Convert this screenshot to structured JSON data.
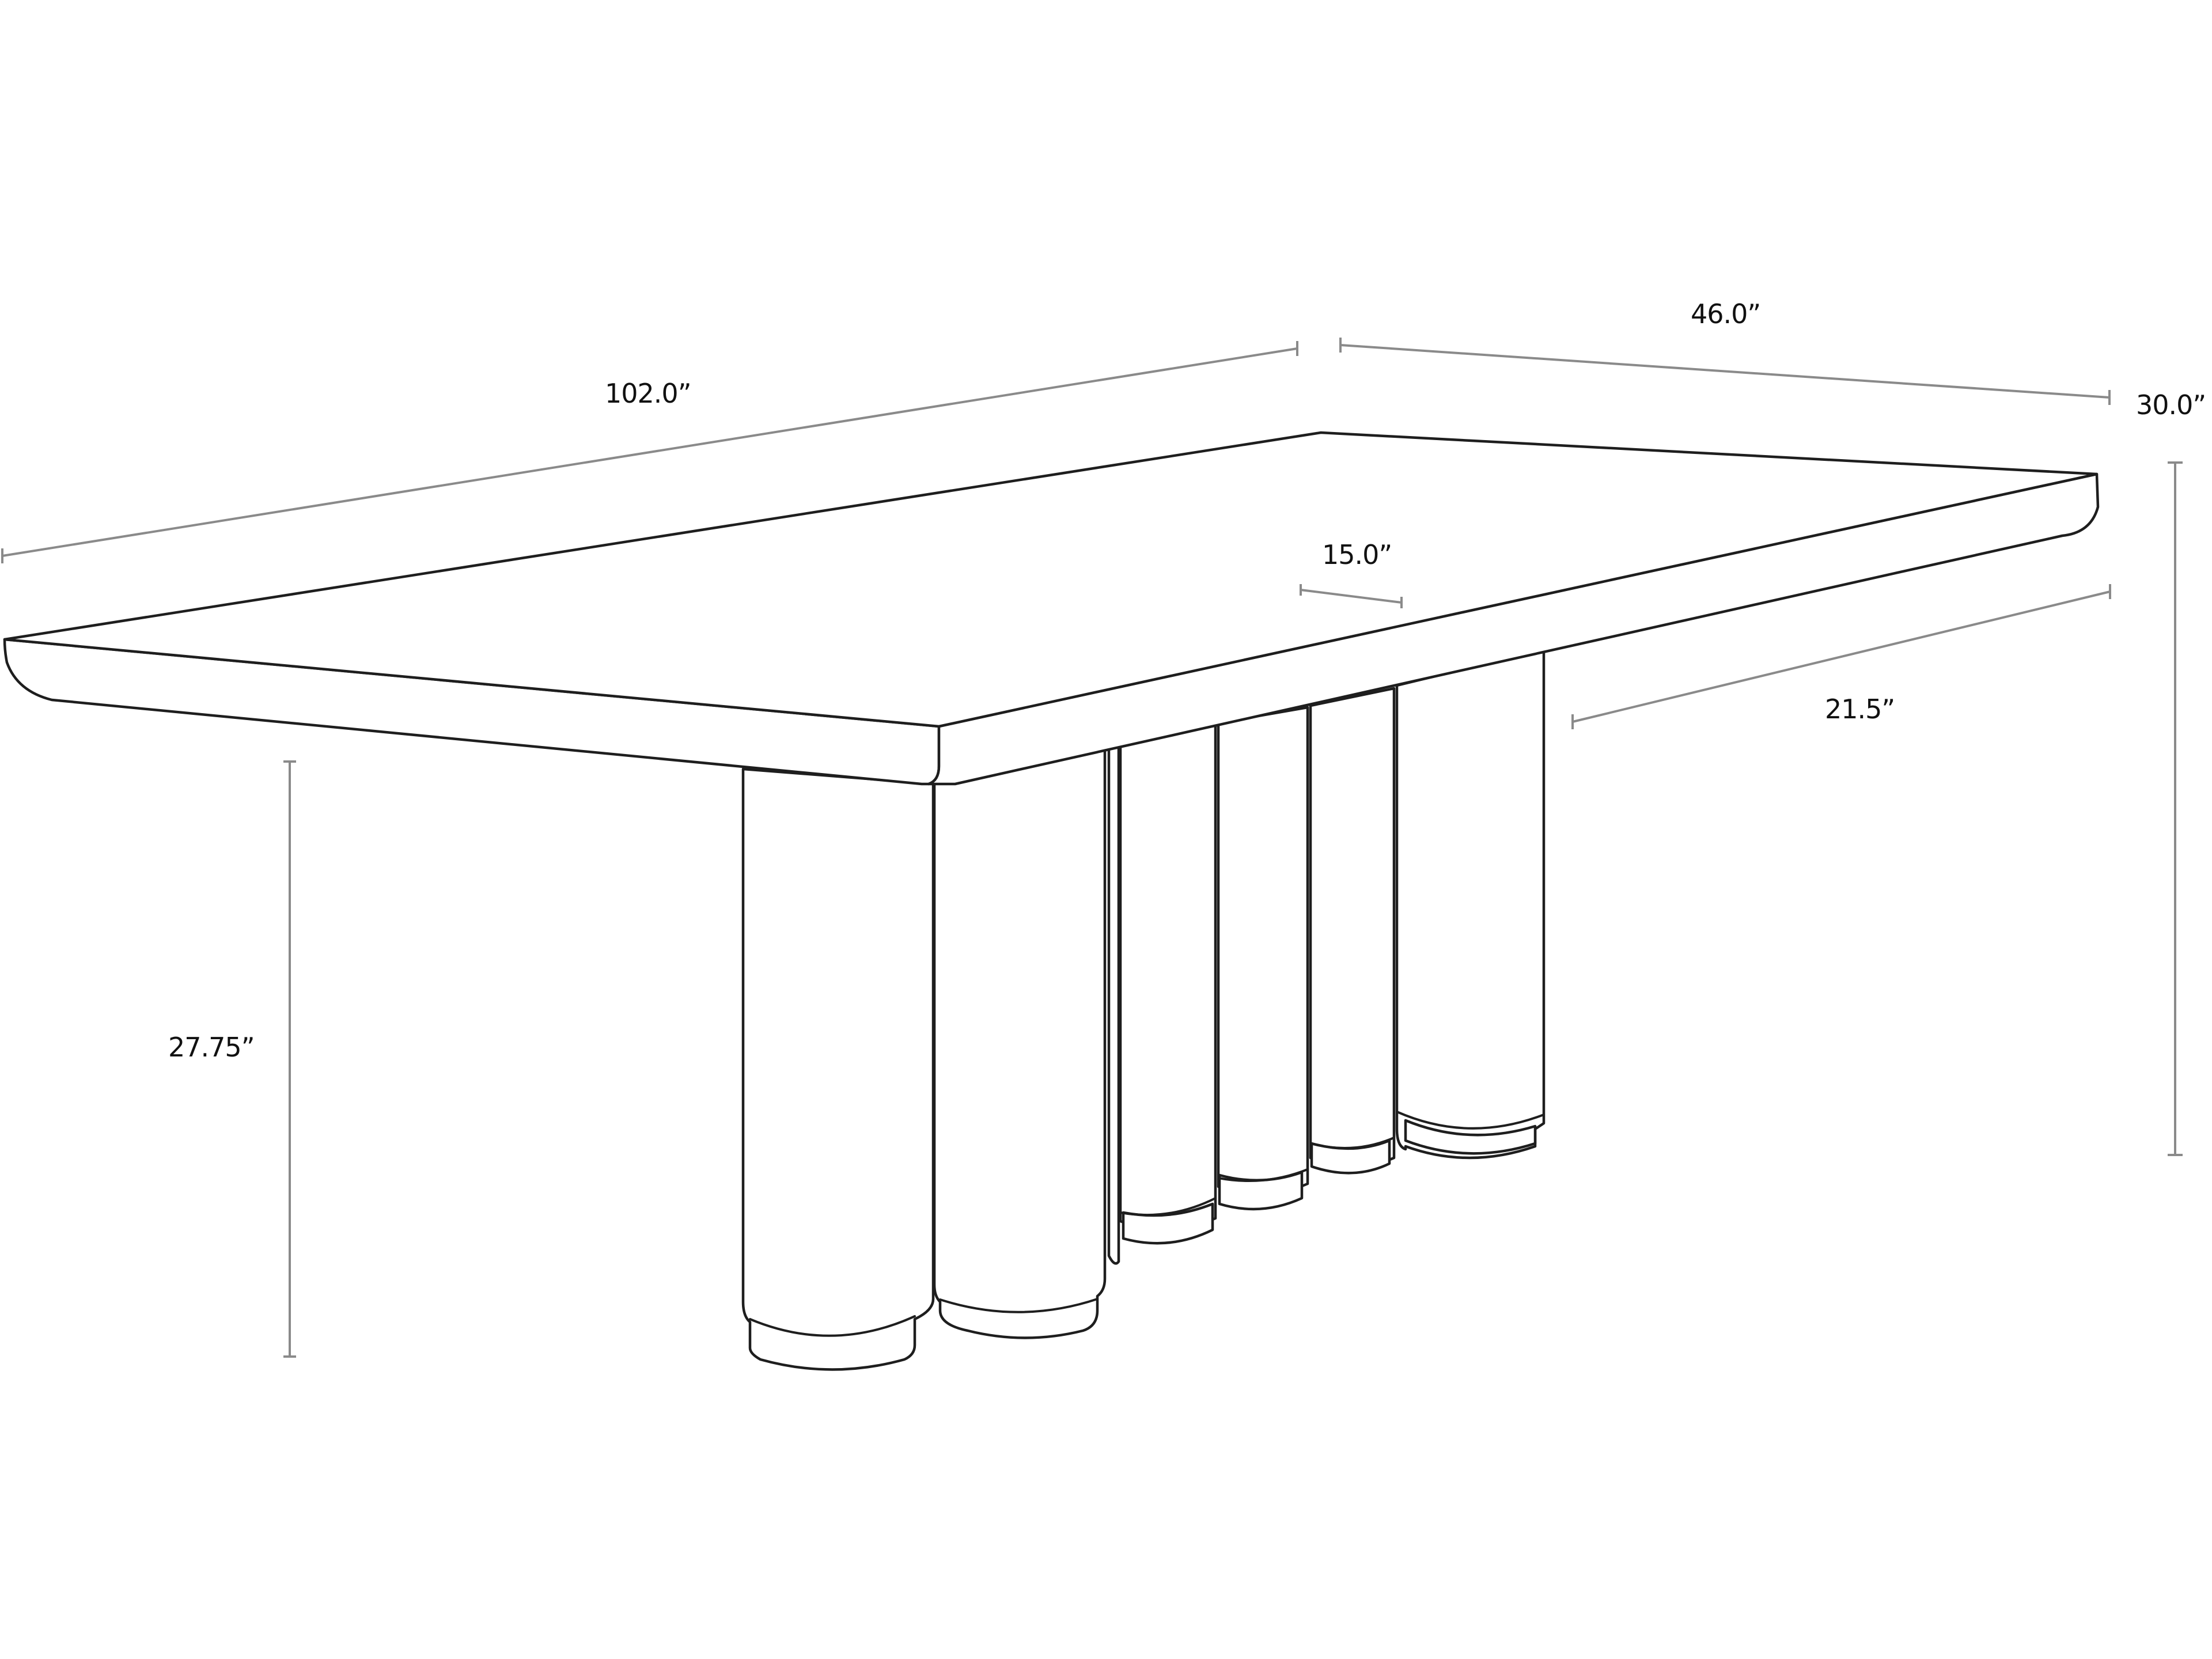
{
  "diagram": {
    "subject": "Rectangular dining table with clustered cylindrical pedestal legs",
    "units": "inches",
    "line_color": "#1e1e1e",
    "dimension_line_color": "#8a8a8a",
    "background": "#ffffff"
  },
  "dimensions": {
    "length": {
      "label": "102.0”",
      "value": 102.0,
      "description": "Overall tabletop length"
    },
    "width": {
      "label": "46.0”",
      "value": 46.0,
      "description": "Overall tabletop depth"
    },
    "height": {
      "label": "30.0”",
      "value": 30.0,
      "description": "Overall table height"
    },
    "base_depth": {
      "label": "15.0”",
      "value": 15.0,
      "description": "Pedestal base depth"
    },
    "overhang": {
      "label": "21.5”",
      "value": 21.5,
      "description": "End overhang from base to tabletop edge"
    },
    "clearance": {
      "label": "27.75”",
      "value": 27.75,
      "description": "Floor to underside of tabletop"
    }
  }
}
